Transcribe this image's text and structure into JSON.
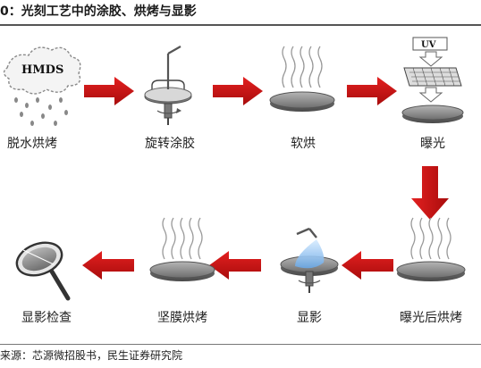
{
  "header": {
    "title": "0：光刻工艺中的涂胶、烘烤与显影"
  },
  "steps": {
    "s1": "脱水烘烤",
    "s2": "旋转涂胶",
    "s3": "软烘",
    "s4": "曝光",
    "s5": "曝光后烘烤",
    "s6": "显影",
    "s7": "坚膜烘烤",
    "s8": "显影检查"
  },
  "icon_text": {
    "hmds": "HMDS",
    "uv": "UV"
  },
  "footer": {
    "source": "来源：芯源微招股书，民生证券研究院"
  },
  "colors": {
    "arrow": "#cc1111",
    "wafer": "#8a8a8a",
    "steam": "#999999"
  }
}
